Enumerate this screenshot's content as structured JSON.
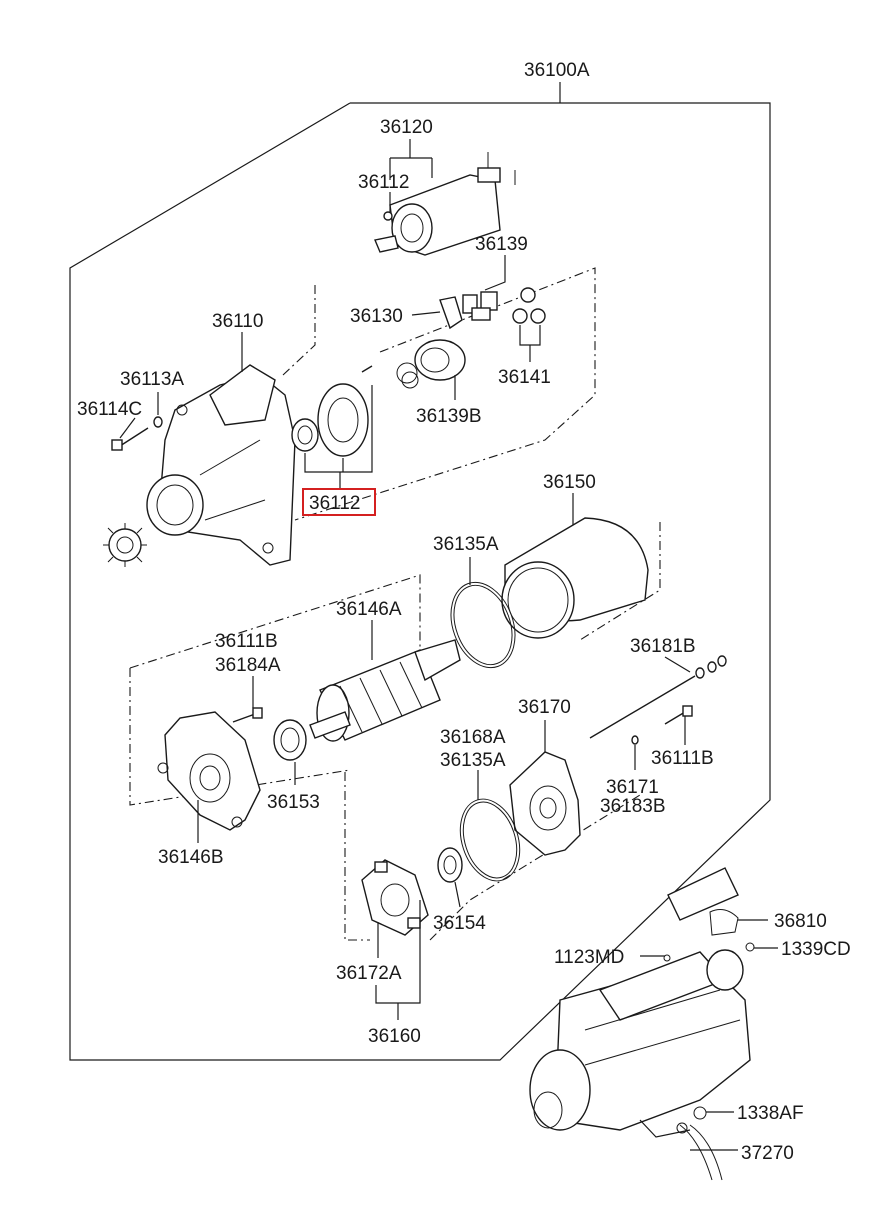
{
  "labels": {
    "assembly": "36100A",
    "solenoid": "36120",
    "solenoid_sub": "36112",
    "brush_parts": "36139",
    "lever": "36130",
    "gears": "36141",
    "holder": "36139B",
    "housing": "36110",
    "washer": "36113A",
    "bolt": "36114C",
    "bearing_kit": "36112",
    "yoke": "36150",
    "oring_a": "36135A",
    "armature": "36146A",
    "screw_1": "36111B",
    "screw_2": "36184A",
    "through_bolt": "36181B",
    "bearing": "36153",
    "rear_cover": "36146B",
    "end_frame": "36170",
    "seal_1": "36168A",
    "seal_2": "36135A",
    "screw_3": "36111B",
    "washer_2": "36171",
    "washer_3": "36183B",
    "bearing_2": "36154",
    "brush_holder": "36172A",
    "brush_assy": "36160",
    "bracket": "36810",
    "bolt_2": "1123MD",
    "nut": "1339CD",
    "nut_2": "1338AF",
    "cable": "37270"
  },
  "highlight_color": "#d42020"
}
